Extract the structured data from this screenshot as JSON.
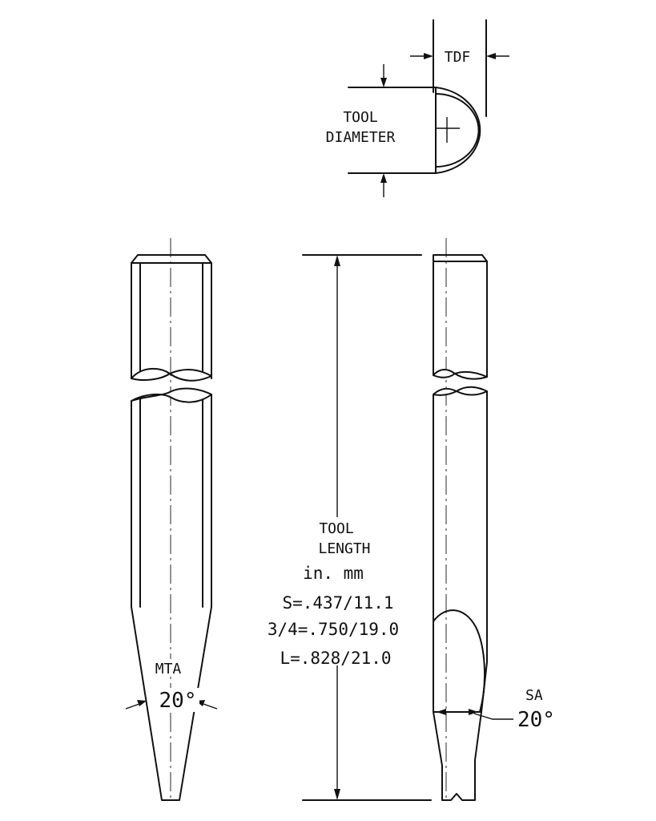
{
  "labels": {
    "tdf": "TDF",
    "tool_diameter_line1": "TOOL",
    "tool_diameter_line2": "DIAMETER",
    "tool_length_line1": "TOOL",
    "tool_length_line2": "LENGTH",
    "units": "in. mm",
    "spec_s": "S=.437/11.1",
    "spec_3_4": "3/4=.750/19.0",
    "spec_l": "L=.828/21.0",
    "mta": "MTA",
    "mta_angle": "20°",
    "sa": "SA",
    "sa_angle": "20°"
  }
}
